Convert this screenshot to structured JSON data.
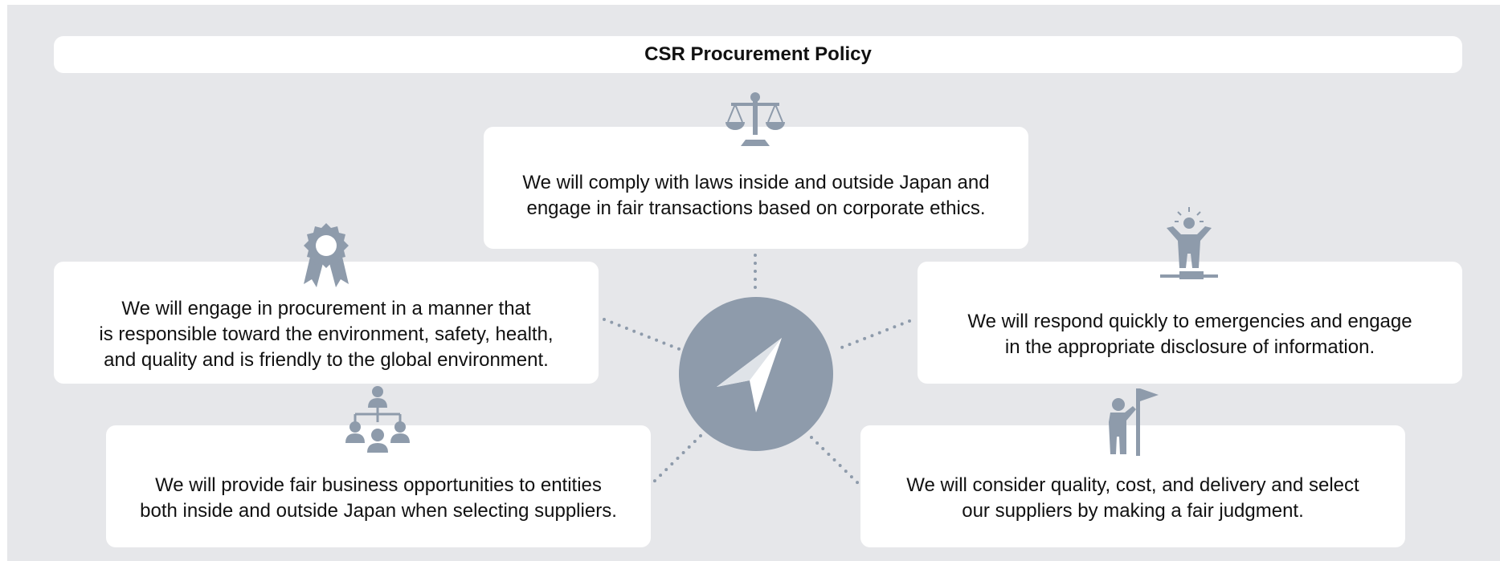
{
  "header": {
    "title": "CSR Procurement Policy"
  },
  "policies": {
    "compliance": {
      "text": "We will comply with laws inside and outside Japan and\nengage in fair transactions based on corporate ethics.",
      "icon": "scales-icon"
    },
    "environment": {
      "text": "We will engage in procurement in a manner that\nis responsible toward the environment, safety, health,\nand quality and is friendly to the global environment.",
      "icon": "award-ribbon-icon"
    },
    "emergency": {
      "text": "We will respond quickly to emergencies and engage\nin the appropriate disclosure of information.",
      "icon": "person-alert-icon"
    },
    "opportunities": {
      "text": "We will provide fair business opportunities to entities\nboth inside and outside Japan when selecting suppliers.",
      "icon": "org-chart-icon"
    },
    "selection": {
      "text": "We will consider quality, cost, and delivery and select\nour suppliers by making a fair judgment.",
      "icon": "person-flag-icon"
    }
  },
  "center": {
    "icon": "paper-plane-icon"
  },
  "colors": {
    "background": "#e6e7ea",
    "card": "#ffffff",
    "icon": "#8e9bab"
  }
}
